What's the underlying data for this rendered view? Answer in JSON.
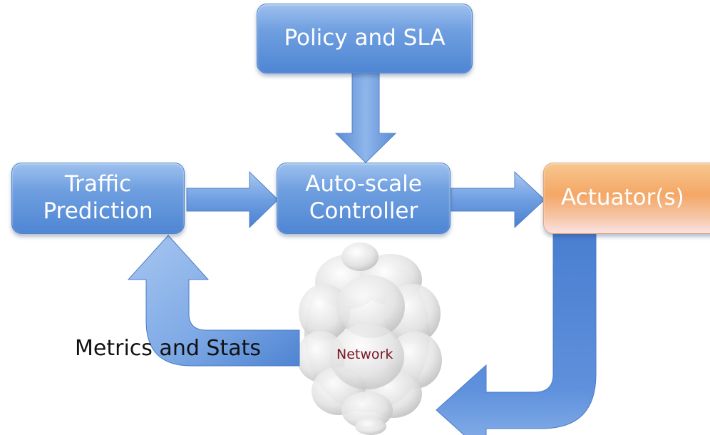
{
  "diagram": {
    "nodes": {
      "policy": "Policy and SLA",
      "traffic": "Traffic\nPrediction",
      "autoscale": "Auto-scale\nController",
      "actuator": "Actuator(s)",
      "network": "Network"
    },
    "edge_labels": {
      "metrics": "Metrics and Stats"
    }
  },
  "colors": {
    "box_blue": "#5b8fd8",
    "box_orange": "#f4a766",
    "arrow_blue": "#6b9de0",
    "network_text": "#7b1526"
  }
}
